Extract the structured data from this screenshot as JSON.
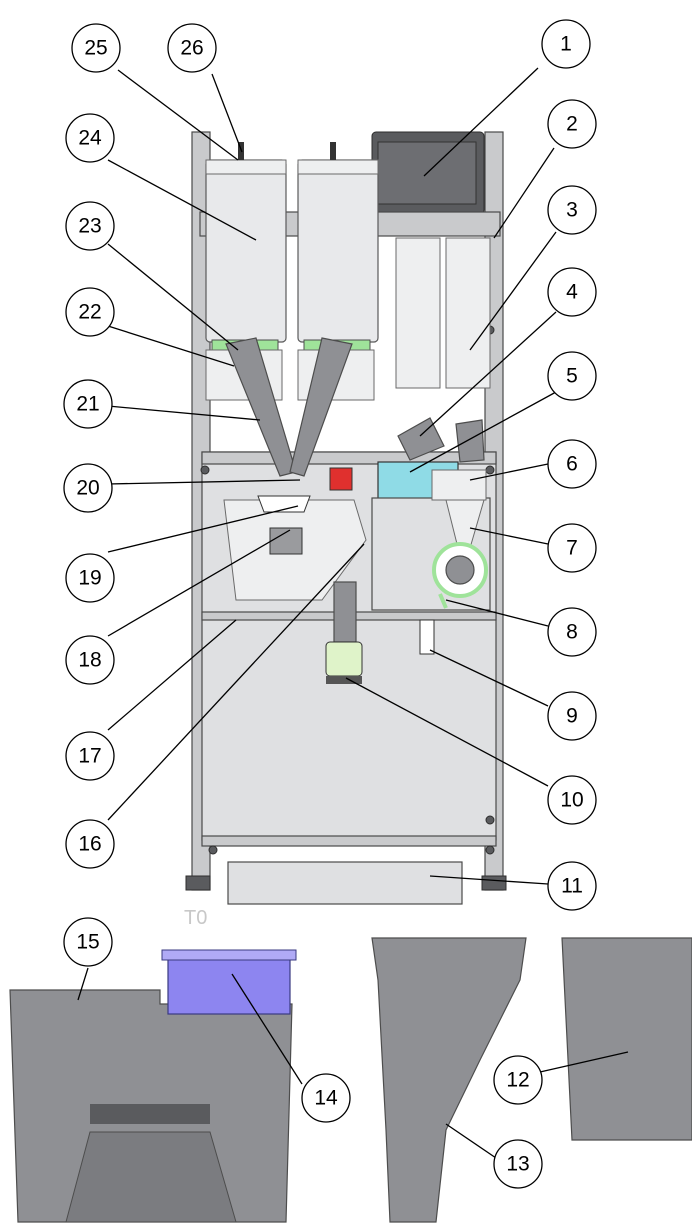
{
  "figure": {
    "view_label": "T0",
    "callouts": [
      "1",
      "2",
      "3",
      "4",
      "5",
      "6",
      "7",
      "8",
      "9",
      "10",
      "11",
      "12",
      "13",
      "14",
      "15",
      "16",
      "17",
      "18",
      "19",
      "20",
      "21",
      "22",
      "23",
      "24",
      "25",
      "26"
    ],
    "enclosure_logo_text": "",
    "colors": {
      "line": "#000000",
      "metal": "#c9cacc",
      "water_tank": "#8fdbe6",
      "mixer_ring": "#9fe39a",
      "power_switch": "#e0302e",
      "drip_container": "#8d85f0",
      "text_light": "#c8c8c8"
    },
    "icons": [
      "hopper-icon",
      "chute-icon",
      "mixer-icon",
      "grounds-container-icon",
      "drip-container-icon",
      "drip-tray-icon"
    ]
  }
}
